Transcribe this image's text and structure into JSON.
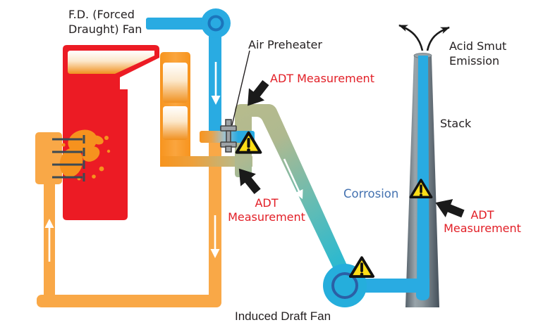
{
  "labels": {
    "fd_fan_line1": "F.D. (Forced",
    "fd_fan_line2": "Draught) Fan",
    "air_preheater": "Air Preheater",
    "adt_top": "ADT Measurement",
    "adt_mid_line1": "ADT",
    "adt_mid_line2": "Measurement",
    "acid_smut_line1": "Acid Smut",
    "acid_smut_line2": "Emission",
    "stack": "Stack",
    "corrosion": "Corrosion",
    "adt_stack_line1": "ADT",
    "adt_stack_line2": "Measurement",
    "id_fan": "Induced Draft Fan"
  },
  "icons": {
    "warning": "warning-triangle",
    "black_arrow": "measurement-pointer-arrow",
    "flow_arrow": "white-flow-arrow",
    "emission_arrows": "curved-emission-arrows",
    "fan": "fan-circle",
    "bolt": "preheater-bolt"
  },
  "colors": {
    "pipe_blue": "#29ABE2",
    "id_fan_blue": "#25AEDC",
    "fd_fan_ring": "#1B75BC",
    "id_fan_ring": "#2B5FA5",
    "furnace_red": "#EC1B24",
    "flame_orange": "#F6921E",
    "duct_orange": "#F7941E",
    "loop_orange": "#F9A847",
    "preheater_khaki": "#B6BB8D",
    "pipe_teal": "#2FB9CE",
    "warning_yellow": "#FFDE17",
    "stack_gray_mid": "#6E7A82",
    "label_dark": "#231F20",
    "label_red": "#E21E26",
    "label_blue": "#4472B0",
    "burner_dark": "#3B4A54"
  }
}
